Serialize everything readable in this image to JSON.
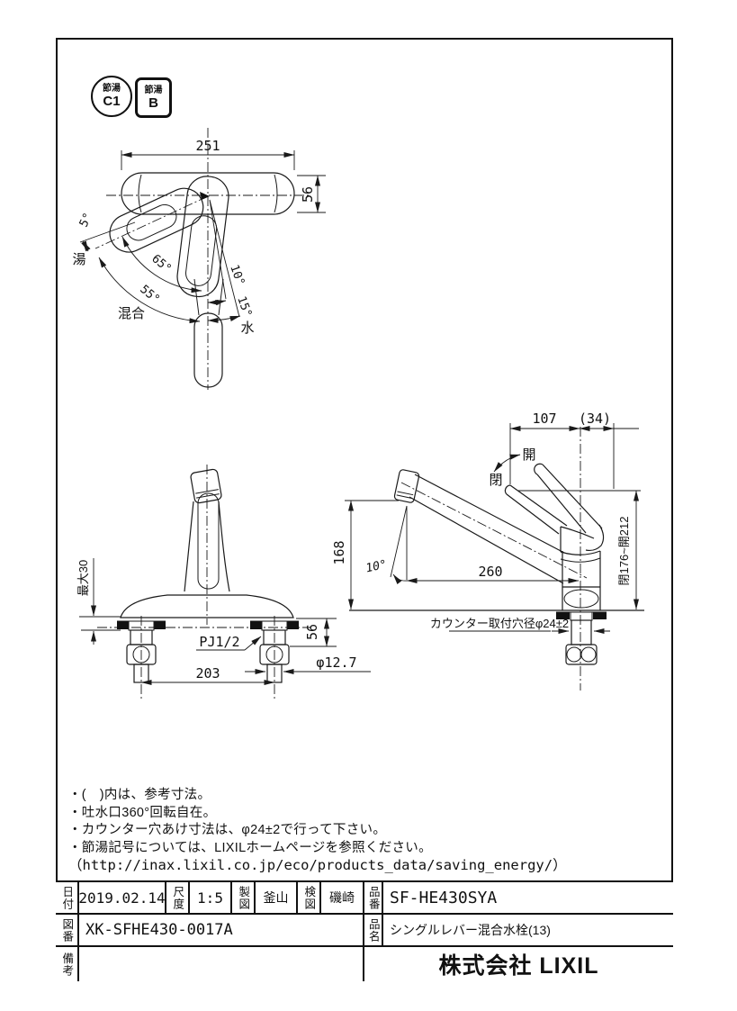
{
  "badges": {
    "c1": {
      "top": "節湯",
      "bottom": "C1"
    },
    "b": {
      "top": "節湯",
      "bottom": "B"
    }
  },
  "views": {
    "top": {
      "dim_width": "251",
      "dim_depth": "56",
      "angle_over": "5°",
      "label_hot": "湯",
      "angle_hot": "65°",
      "angle_mix": "55°",
      "label_mix": "混合",
      "angle_w10": "10°",
      "angle_w15": "15°",
      "label_water": "水"
    },
    "front": {
      "dim_max": "最大30",
      "thread": "PJ1/2",
      "dim_shank": "56",
      "dim_pipe": "φ12.7",
      "dim_pitch": "203"
    },
    "side": {
      "dim_107": "107",
      "dim_34": "(34)",
      "label_open": "開",
      "label_close": "閉",
      "dim_height": "168",
      "angle_outlet": "10°",
      "dim_reach": "260",
      "dim_lever": "閉176~開212",
      "hole_note": "カウンター取付穴径φ24±2"
    }
  },
  "notes": [
    "・(　)内は、参考寸法。",
    "・吐水口360°回転自在。",
    "・カウンター穴あけ寸法は、φ24±2で行って下さい。",
    "・節湯記号については、LIXILホームページを参照ください。",
    "（http://inax.lixil.co.jp/eco/products_data/saving_energy/）"
  ],
  "title_block": {
    "date_label": "日付",
    "date": "2019.02.14",
    "scale_label": "尺度",
    "scale": "1:5",
    "drafter_label": "製図",
    "drafter": "釜山",
    "checker_label": "検図",
    "checker": "磯崎",
    "part_no_label": "品番",
    "part_no": "SF-HE430SYA",
    "drawing_no_label": "図番",
    "drawing_no": "XK-SFHE430-0017A",
    "product_name_label": "品名",
    "product_name": "シングルレバー混合水栓(13)",
    "remarks_label": "備考",
    "remarks": "",
    "company": "株式会社 LIXIL"
  }
}
